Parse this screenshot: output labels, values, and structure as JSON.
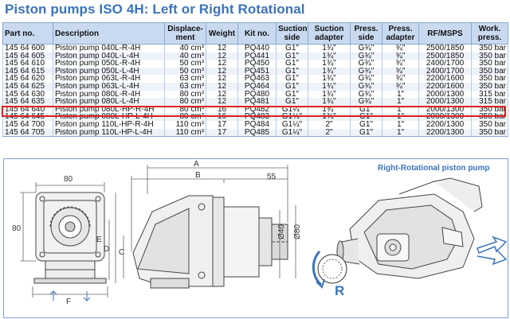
{
  "page": {
    "title": "Piston pumps ISO 4H: Left or Right Rotational"
  },
  "table": {
    "headers": [
      "Part no.",
      "Description",
      "Displace-ment",
      "Weight",
      "Kit no.",
      "Suction side",
      "Suction adapter",
      "Press. side",
      "Press. adapter",
      "RF/MSPS",
      "Work. press."
    ],
    "rows": [
      [
        "145 64 600",
        "Piston pump 040L-R-4H",
        "40 cm³",
        "12",
        "PQ440",
        "G1\"",
        "1¾\"",
        "G¾\"",
        "¾\"",
        "2500/1850",
        "350 bar"
      ],
      [
        "145 64 605",
        "Piston pump 040L-L-4H",
        "40 cm³",
        "12",
        "PQ441",
        "G1\"",
        "1¾\"",
        "G¾\"",
        "¾\"",
        "2500/1850",
        "350 bar"
      ],
      [
        "145 64 610",
        "Piston pump 050L-R-4H",
        "50 cm³",
        "12",
        "PQ450",
        "G1\"",
        "1¾\"",
        "G¾\"",
        "¾\"",
        "2400/1700",
        "350 bar"
      ],
      [
        "145 64 615",
        "Piston pump 050L-L-4H",
        "50 cm³",
        "12",
        "PQ451",
        "G1\"",
        "1¾\"",
        "G¾\"",
        "¾\"",
        "2400/1700",
        "350 bar"
      ],
      [
        "145 64 620",
        "Piston pump 063L-R-4H",
        "63 cm³",
        "12",
        "PQ463",
        "G1\"",
        "1¾\"",
        "G¾\"",
        "¾\"",
        "2200/1600",
        "350 bar"
      ],
      [
        "145 64 625",
        "Piston pump 063L-L-4H",
        "63 cm³",
        "12",
        "PQ464",
        "G1\"",
        "1¾\"",
        "G¾\"",
        "¾\"",
        "2200/1600",
        "350 bar"
      ],
      [
        "145 64 630",
        "Piston pump 080L-R-4H",
        "80 cm³",
        "12",
        "PQ480",
        "G1\"",
        "1¾\"",
        "G¾\"",
        "1\"",
        "2000/1300",
        "315 bar"
      ],
      [
        "145 64 635",
        "Piston pump 080L-L-4H",
        "80 cm³",
        "12",
        "PQ481",
        "G1\"",
        "1¾\"",
        "G¾\"",
        "1\"",
        "2000/1300",
        "315 bar"
      ],
      [
        "145 64 640",
        "Piston pump 080L-HP-R-4H",
        "80 cm³",
        "16",
        "PQ482",
        "G1¼\"",
        "1¾\"",
        "G1\"",
        "1\"",
        "2000/1300",
        "350 bar"
      ],
      [
        "145 64 645",
        "Piston pump 080L-HP-L-4H",
        "80 cm³",
        "16",
        "PQ483",
        "G1¼\"",
        "1¾\"",
        "G1\"",
        "1\"",
        "2000/1300",
        "350 bar"
      ],
      [
        "145 64 700",
        "Piston pump 110L-HP-R-4H",
        "110 cm³",
        "17",
        "PQ484",
        "G1¼\"",
        "2\"",
        "G1\"",
        "1\"",
        "2200/1300",
        "350 bar"
      ],
      [
        "145 64 705",
        "Piston pump 110L-HP-L-4H",
        "110 cm³",
        "17",
        "PQ485",
        "G1¼\"",
        "2\"",
        "G1\"",
        "1\"",
        "2200/1300",
        "350 bar"
      ]
    ],
    "highlighted_part": "145 64 635"
  },
  "drawing": {
    "dims": {
      "d80_top": "80",
      "d80_side": "80",
      "a": "A",
      "b": "B",
      "d55": "55",
      "dia40": "Ø40",
      "dia80": "Ø80",
      "c": "C",
      "d": "D",
      "e": "E",
      "f": "F"
    },
    "rotation_caption": "Right-Rotational piston pump",
    "rotation_letter": "R",
    "colors": {
      "accent": "#3b73b9",
      "highlight": "#e02020",
      "header_bg": "#c9daf0"
    }
  }
}
